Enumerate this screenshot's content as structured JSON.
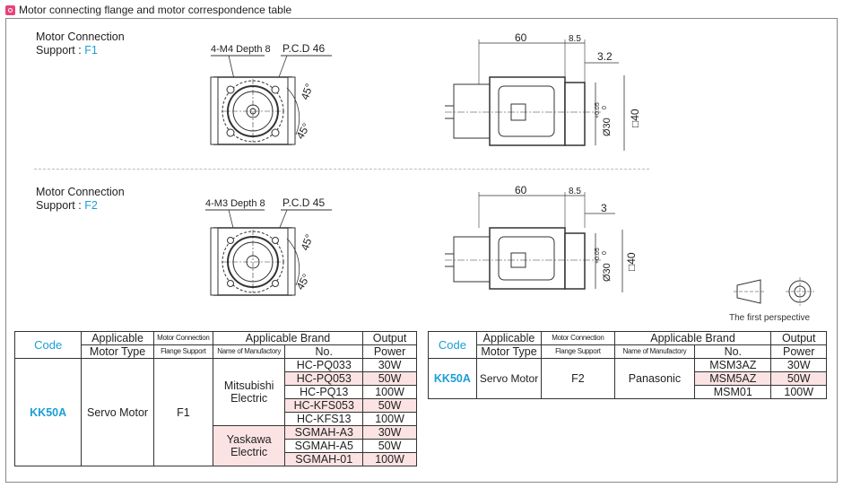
{
  "header": {
    "title": "Motor connecting flange and motor correspondence table"
  },
  "sections": [
    {
      "label_line1": "Motor Connection",
      "label_line2_prefix": "Support : ",
      "code": "F1",
      "tap": "4-M4 Depth 8",
      "pcd": "P.C.D 46",
      "angle_top": "45°",
      "angle_bottom": "45°",
      "dim_length": "60",
      "dim_offset": "8.5",
      "dim_flange": "3.2",
      "dim_bore": "Ø30",
      "dim_tol": "+0.05",
      "dim_tol2": "0",
      "dim_square": "□40"
    },
    {
      "label_line1": "Motor Connection",
      "label_line2_prefix": "Support : ",
      "code": "F2",
      "tap": "4-M3 Depth 8",
      "pcd": "P.C.D 45",
      "angle_top": "45°",
      "angle_bottom": "45°",
      "dim_length": "60",
      "dim_offset": "8.5",
      "dim_flange": "3",
      "dim_bore": "Ø30",
      "dim_tol": "+0.05",
      "dim_tol2": "0",
      "dim_square": "□40"
    }
  ],
  "perspective_label": "The first perspective",
  "table_headers": {
    "code": "Code",
    "motor_type_1": "Applicable",
    "motor_type_2": "Motor Type",
    "flange_1": "Motor Connection",
    "flange_2": "Flange Support",
    "brand": "Applicable Brand",
    "manufactory": "Name of Manufactory",
    "no": "No.",
    "power_1": "Output",
    "power_2": "Power"
  },
  "table1": {
    "model": "KK50A",
    "motor_type": "Servo Motor",
    "flange": "F1",
    "brands": [
      {
        "name_1": "Mitsubishi",
        "name_2": "Electric",
        "rows": [
          {
            "no": "HC-PQ033",
            "power": "30W"
          },
          {
            "no": "HC-PQ053",
            "power": "50W"
          },
          {
            "no": "HC-PQ13",
            "power": "100W"
          },
          {
            "no": "HC-KFS053",
            "power": "50W"
          },
          {
            "no": "HC-KFS13",
            "power": "100W"
          }
        ]
      },
      {
        "name_1": "Yaskawa",
        "name_2": "Electric",
        "rows": [
          {
            "no": "SGMAH-A3",
            "power": "30W"
          },
          {
            "no": "SGMAH-A5",
            "power": "50W"
          },
          {
            "no": "SGMAH-01",
            "power": "100W"
          }
        ]
      }
    ]
  },
  "table2": {
    "model": "KK50A",
    "motor_type": "Servo Motor",
    "flange": "F2",
    "brand": "Panasonic",
    "rows": [
      {
        "no": "MSM3AZ",
        "power": "30W"
      },
      {
        "no": "MSM5AZ",
        "power": "50W"
      },
      {
        "no": "MSM01",
        "power": "100W"
      }
    ]
  }
}
